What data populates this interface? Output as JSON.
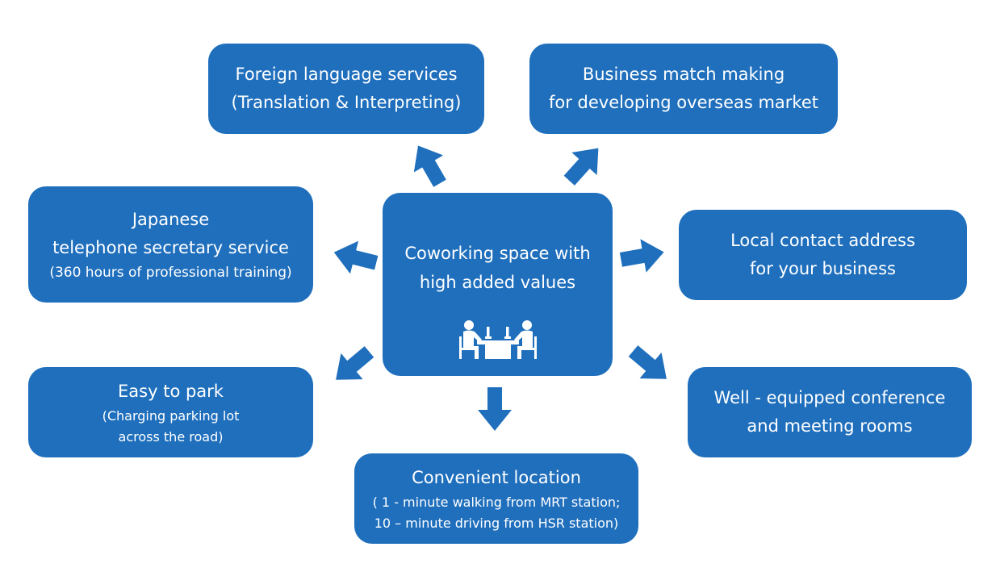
{
  "center": {
    "lines": [
      "Coworking space with",
      "high added values"
    ],
    "icon": "coworking-desk-icon"
  },
  "services": {
    "foreign": {
      "lines": [
        "Foreign language services",
        "(Translation & Interpreting)"
      ]
    },
    "business": {
      "lines": [
        "Business match making",
        "for developing overseas market"
      ]
    },
    "japanese": {
      "lines": [
        "Japanese",
        "telephone secretary service",
        "(360 hours of professional training)"
      ]
    },
    "local": {
      "lines": [
        "Local contact address",
        "for your business"
      ]
    },
    "park": {
      "lines": [
        "Easy to park",
        "(Charging parking lot",
        "across the road)"
      ]
    },
    "conference": {
      "lines": [
        "Well - equipped conference",
        "and meeting rooms"
      ]
    },
    "location": {
      "lines": [
        "Convenient location",
        "( 1 - minute walking from MRT station;",
        "10 – minute driving from HSR station)"
      ]
    }
  },
  "colors": {
    "box": "#1f6fbd",
    "arrow": "#1f6fbd",
    "text": "#ffffff"
  }
}
